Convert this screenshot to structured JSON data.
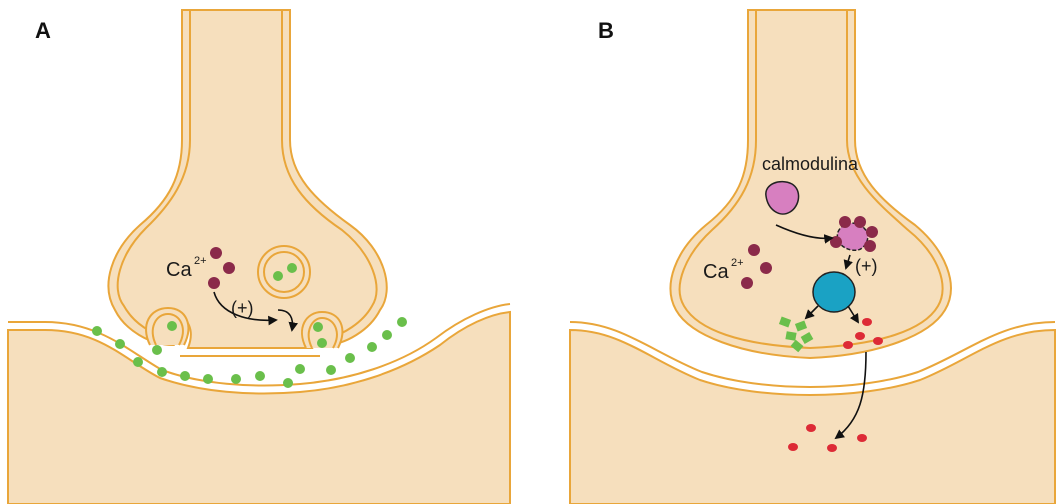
{
  "panels": {
    "a": {
      "letter": "A",
      "ion_label": "Ca",
      "ion_charge": "2+",
      "effect_label": "(+)"
    },
    "b": {
      "letter": "B",
      "protein_label": "calmodulina",
      "ion_label": "Ca",
      "ion_charge": "2+",
      "effect_label": "(+)"
    }
  },
  "colors": {
    "cell_fill": "#f6dfbd",
    "membrane": "#e9a63a",
    "cleft": "#ffffff",
    "calcium": "#8b2a4a",
    "neurotransmitter_green": "#6abf4b",
    "calmodulin": "#d77fc0",
    "enzyme": "#1aa2c4",
    "product_red": "#dd2a36",
    "arrow": "#111111"
  }
}
